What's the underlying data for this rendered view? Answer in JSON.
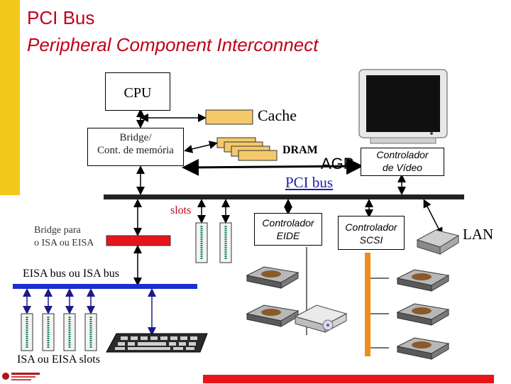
{
  "title": {
    "line1": "PCI Bus",
    "line2": "Peripheral Component Interconnect"
  },
  "diagram": {
    "cpu": "CPU",
    "cache": "Cache",
    "bridge": [
      "Bridge/",
      "Cont. de memória"
    ],
    "dram": "DRAM",
    "agp": "AGP",
    "video_controller": [
      "Controlador",
      "de Vídeo"
    ],
    "pci_bus": "PCI bus",
    "slots": "slots",
    "bridge_isa": [
      "Bridge para",
      "o ISA ou EISA"
    ],
    "eide_controller": [
      "Controlador",
      "EIDE"
    ],
    "scsi_controller": [
      "Controlador",
      "SCSI"
    ],
    "lan": "LAN",
    "eisa_bus": "EISA bus ou ISA bus",
    "isa_slots": "ISA ou EISA slots"
  },
  "colors": {
    "title": "#c0001a",
    "pci_bus_label": "#1e22a8",
    "accent_bar": "#f2c81a",
    "scsi_bus": "#f08c1a"
  },
  "icons": {
    "monitor": "crt-monitor-icon",
    "disk": "hard-disk-icon",
    "cdrom": "cd-rom-drive-icon",
    "network": "network-hub-icon",
    "keyboard": "keyboard-icon",
    "logo": "company-logo"
  }
}
